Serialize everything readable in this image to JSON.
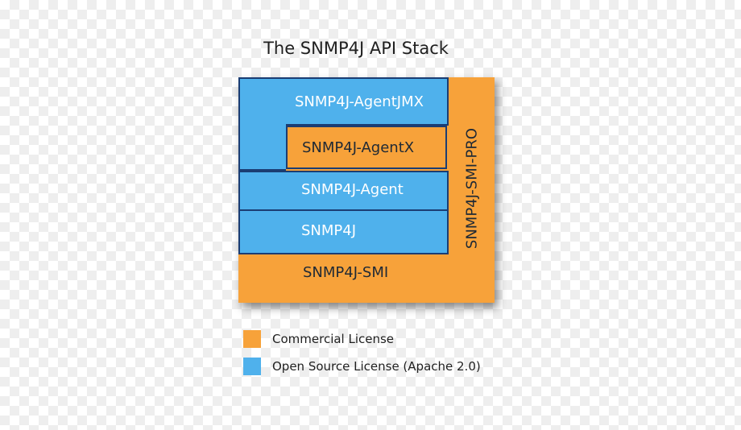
{
  "title": "The SNMP4J API Stack",
  "blocks": {
    "agentjmx": "SNMP4J-AgentJMX",
    "agentx": "SNMP4J-AgentX",
    "agent": "SNMP4J-Agent",
    "snmp4j": "SNMP4J",
    "smi": "SNMP4J-SMI",
    "smi_pro": "SNMP4J-SMI-PRO"
  },
  "legend": [
    {
      "label": "Commercial License",
      "color": "#f7a23a"
    },
    {
      "label": "Open Source License (Apache 2.0)",
      "color": "#4fb1ec"
    }
  ],
  "colors": {
    "commercial": "#f7a23a",
    "open_source": "#4fb1ec",
    "border": "#1b3d73"
  }
}
